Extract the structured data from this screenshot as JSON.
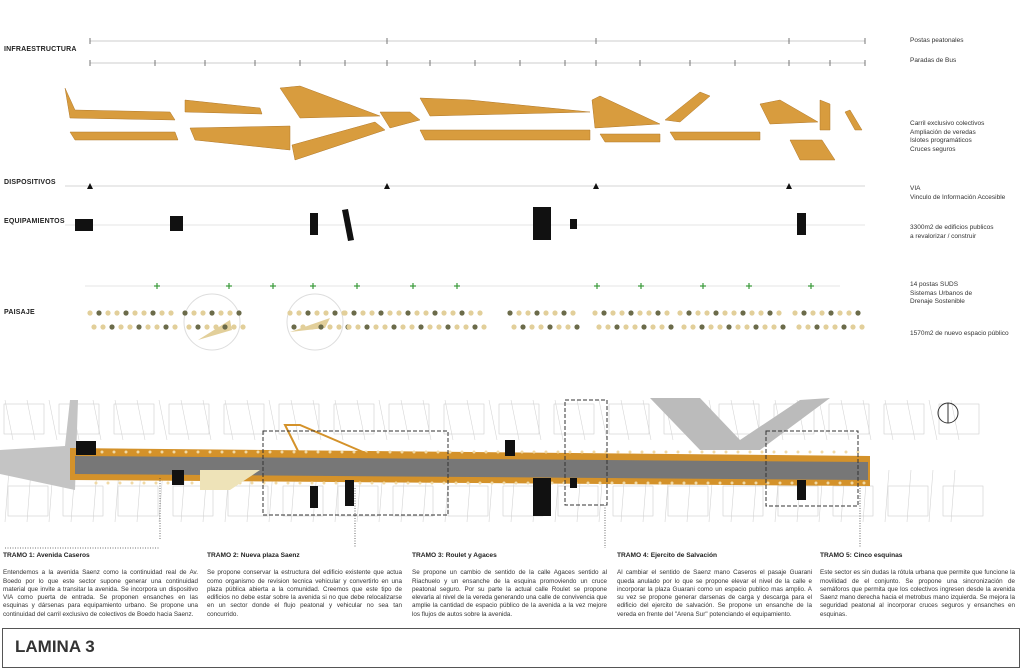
{
  "sections": {
    "infraestructura": "INFRAESTRUCTURA",
    "dispositivos": "DISPOSITIVOS",
    "equipamientos": "EQUIPAMIENTOS",
    "paisaje": "PAISAJE"
  },
  "legend": {
    "postas": "Postas peatonales",
    "paradas": "Paradas de Bus",
    "carril": [
      "Carril exclusivo colectivos",
      "Ampliación de veredas",
      "Islotes programáticos",
      "Cruces seguros"
    ],
    "via": [
      "VIA",
      "Vinculo de Información Accesible"
    ],
    "edificios": [
      "3300m2 de edificios publicos",
      "a revalorizar / construir"
    ],
    "suds": [
      "14 postas SUDS",
      "Sistemas Urbanos de",
      "Drenaje Sostenible"
    ],
    "espacio": "1570m2 de nuevo espacio público"
  },
  "tramos": [
    {
      "title": "TRAMO 1: Avenida Caseros",
      "text": "Entendemos a la avenida Saenz como la continuidad real de Av. Boedo por lo que este sector supone generar una continuidad material que invite a transitar la avenida. Se incorpora un dispositivo VIA como puerta de entrada. Se proponen ensanches en las esquinas y dársenas para equipamiento urbano. Se propone una continuidad del carril exclusivo de colectivos de Boedo hacia Saenz."
    },
    {
      "title": "TRAMO 2: Nueva plaza Saenz",
      "text": "Se propone conservar la estructura del edificio existente que actua como organismo de revision tecnica vehicular y convertirlo en una plaza pública abierta a la comunidad. Creemos que este tipo de edificios no debe estar sobre la avenida si no que debe relocalizarse en un sector donde el flujo peatonal y vehicular no sea tan concurrido."
    },
    {
      "title": "TRAMO 3: Roulet y Agaces",
      "text": "Se propone un cambio de sentido de la calle Agaces sentido al Riachuelo y un ensanche de la esquina promoviendo un cruce peatonal seguro. Por su parte la actual calle Roulet se propone elevarla al nivel de la vereda generando una calle de convivencia que amplie la cantidad de espacio público de la avenida a la vez mejore los flujos de autos sobre la avenida."
    },
    {
      "title": "TRAMO 4: Ejercito de Salvación",
      "text": "Al cambiar el sentido de Saenz mano Caseros el pasaje Guarani queda anulado por lo que se propone elevar el nivel de la calle e incorporar la plaza Guarani como un espacio publico mas amplio. A su vez se propone generar darsenas de carga y descarga para el edificio del ejercito de salvación. Se propone un ensanche de la vereda en frente del \"Arena Sur\" potenciando el equipamiento."
    },
    {
      "title": "TRAMO 5: Cinco esquinas",
      "text": "Este sector es sin dudas la rótula urbana que permite que funcione la movilidad de el conjunto. Se propone una sincronización de semáforos que permita que los colectivos ingresen desde la avenida Saenz mano derecha hacia el metrobus mano izquierda. Se mejora la seguridad peatonal al incorporar cruces seguros y ensanches en esquinas."
    }
  ],
  "footer": "LAMINA 3",
  "colors": {
    "orange": "#d4922a",
    "road": "#8a8a8a",
    "tree_dark": "#6b6b4a",
    "tree_light": "#e2cf9a",
    "green": "#3a9a3a"
  }
}
